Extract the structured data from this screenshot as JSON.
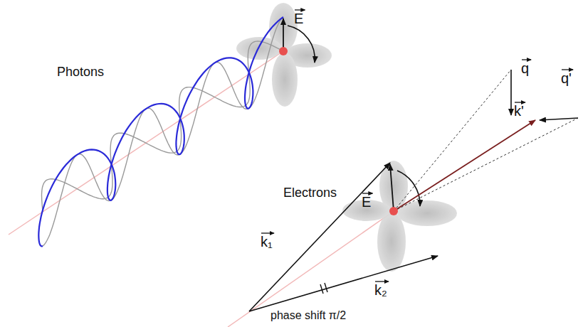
{
  "diagram": {
    "labels": [
      "Photons",
      "E",
      "Electrons",
      "E",
      "k₁",
      "k₂",
      "phase shift π/2",
      "k'",
      "q",
      "q'"
    ]
  }
}
